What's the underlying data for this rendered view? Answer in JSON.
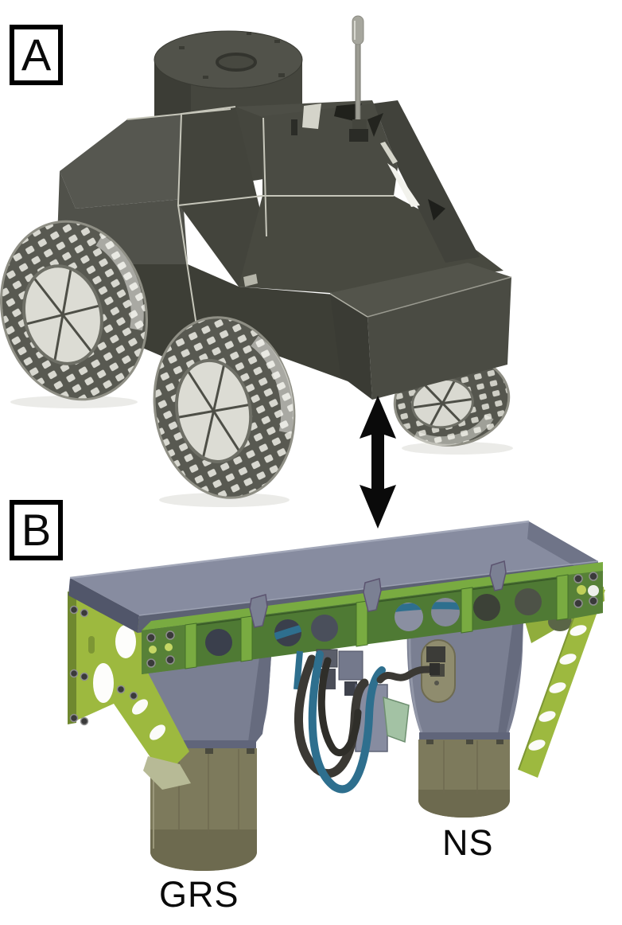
{
  "panels": {
    "a": {
      "label": "A"
    },
    "b": {
      "label": "B"
    }
  },
  "instruments": {
    "grs": "GRS",
    "ns": "NS"
  },
  "colors": {
    "background": "#ffffff",
    "label_ink": "#0a0a0a",
    "arrow_black": "#0a0a0a",
    "rover_body": "#4a4b43",
    "rover_body_light": "#565750",
    "rover_body_dark": "#3d3e36",
    "wheel_mesh_dark": "#585951",
    "wheel_mesh_light": "#d8d8d0",
    "plate_top": "#878ca0",
    "plate_front": "#5c6173",
    "beam_green": "#4f7a34",
    "beam_green_light": "#79ab41",
    "bracket_green": "#9db93f",
    "cyl_gray": "#7a7f92",
    "cyl_olive": "#7d7a5c",
    "cable_dark": "#3b3934",
    "cable_teal": "#2e6f8e"
  }
}
